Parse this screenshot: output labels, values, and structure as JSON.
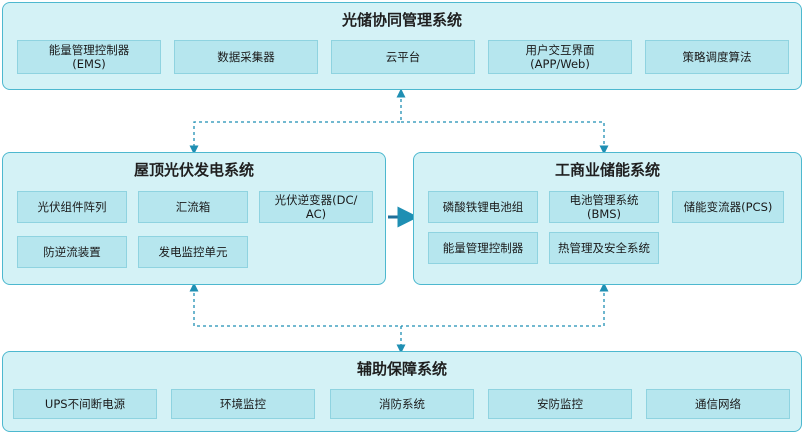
{
  "colors": {
    "panel_bg": "#d4f2f6",
    "panel_border": "#4db8cf",
    "box_bg": "#b6e6ee",
    "connector": "#1f8fb3"
  },
  "top": {
    "title": "光储协同管理系统",
    "items": [
      "能量管理控制器\n(EMS)",
      "数据采集器",
      "云平台",
      "用户交互界面\n(APP/Web)",
      "策略调度算法"
    ]
  },
  "pv": {
    "title": "屋顶光伏发电系统",
    "items": [
      "光伏组件阵列",
      "汇流箱",
      "光伏逆变器(DC/\nAC)",
      "防逆流装置",
      "发电监控单元"
    ]
  },
  "storage": {
    "title": "工商业储能系统",
    "items": [
      "磷酸铁锂电池组",
      "电池管理系统\n(BMS)",
      "储能变流器(PCS)",
      "能量管理控制器",
      "热管理及安全系统"
    ]
  },
  "aux": {
    "title": "辅助保障系统",
    "items": [
      "UPS不间断电源",
      "环境监控",
      "消防系统",
      "安防监控",
      "通信网络"
    ]
  }
}
